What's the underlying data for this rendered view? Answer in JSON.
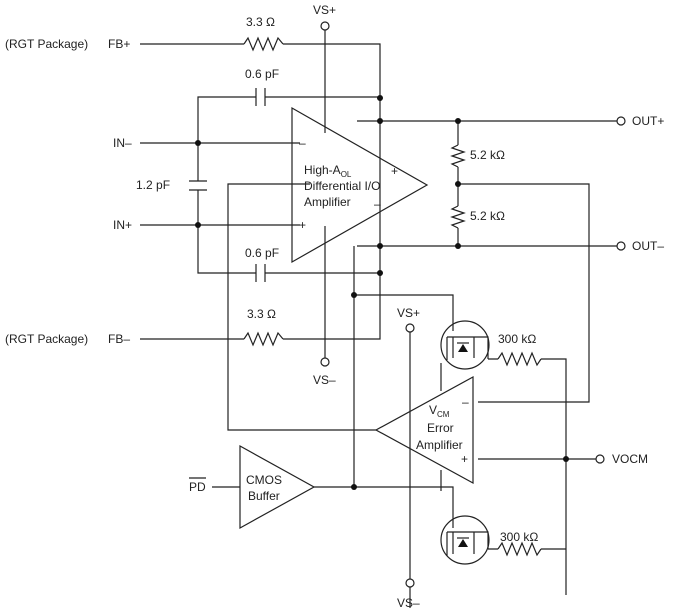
{
  "diagram": {
    "labels": {
      "vs_plus_top": "VS+",
      "res_fb_top": "3.3 Ω",
      "pkg_fb_plus": "(RGT Package)",
      "fb_plus": "FB+",
      "cap_top": "0.6 pF",
      "in_minus": "IN–",
      "cap_mid": "1.2 pF",
      "in_plus": "IN+",
      "cap_bot": "0.6 pF",
      "res_fb_bot": "3.3 Ω",
      "pkg_fb_minus": "(RGT Package)",
      "fb_minus": "FB–",
      "vs_minus_mid": "VS–",
      "vs_plus_mid": "VS+",
      "vs_minus_bottom": "VS–",
      "out_plus": "OUT+",
      "out_minus": "OUT–",
      "res_out_top": "5.2 kΩ",
      "res_out_bot": "5.2 kΩ",
      "res_bias_top": "300 kΩ",
      "res_bias_bot": "300 kΩ",
      "vocm": "VOCM",
      "pd": "PD",
      "cmos_line1": "CMOS",
      "cmos_line2": "Buffer",
      "amp_line1": "High-A",
      "amp_line1_sub": "OL",
      "amp_line2": "Differential I/O",
      "amp_line3": "Amplifier",
      "amp_pin_minus_left": "–",
      "amp_pin_plus_left": "+",
      "amp_pin_plus_right": "+",
      "amp_pin_minus_right": "–",
      "err_line1": "V",
      "err_line1_sub": "CM",
      "err_line2": "Error",
      "err_line3": "Amplifier",
      "err_pin_minus": "–",
      "err_pin_plus": "+"
    }
  }
}
